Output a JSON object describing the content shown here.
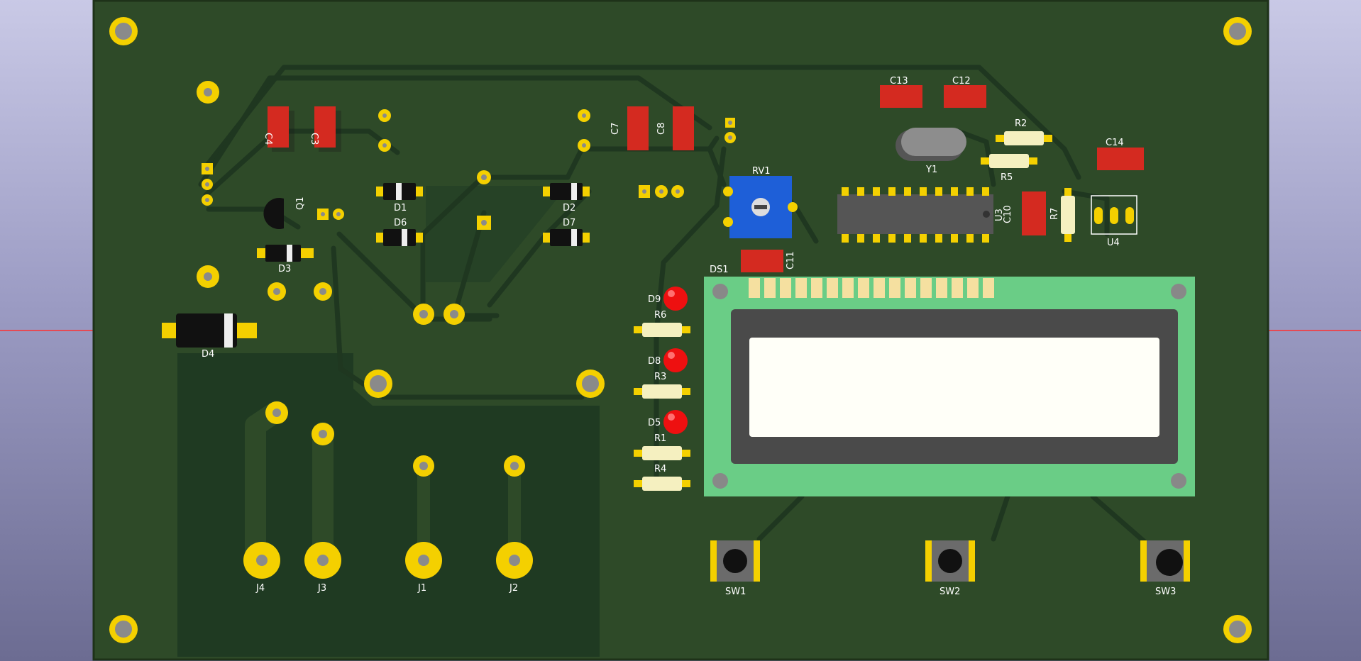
{
  "board": {
    "colors": {
      "background_top": "#c9c9e6",
      "background_bottom": "#6c6c92",
      "board": "#2e4a28",
      "board_edge": "#1e3219",
      "copper_pour": "#1f3a22",
      "trace": "#1f3720",
      "pad_gold": "#f4d000",
      "pad_hole": "#8a8a8a",
      "resistor_body": "#f5f0c0",
      "capacitor": "#d42a20",
      "led": "#ee1010",
      "trimmer": "#1e5fd8",
      "lcd_pcb": "#6acd86",
      "lcd_bezel": "#4a4a4a",
      "lcd_screen": "#fffff8",
      "ic_body": "#555555",
      "crystal": "#8d8d8d",
      "switch_body": "#6b6b6b",
      "axis_line": "#ff3030"
    }
  },
  "labels": {
    "C4": "C4",
    "C3": "C3",
    "C7": "C7",
    "C8": "C8",
    "C13": "C13",
    "C12": "C12",
    "C14": "C14",
    "C10": "C10",
    "C11": "C11",
    "R1": "R1",
    "R2": "R2",
    "R3": "R3",
    "R4": "R4",
    "R5": "R5",
    "R6": "R6",
    "R7": "R7",
    "D1": "D1",
    "D2": "D2",
    "D3": "D3",
    "D4": "D4",
    "D5": "D5",
    "D6": "D6",
    "D7": "D7",
    "D8": "D8",
    "D9": "D9",
    "Q1": "Q1",
    "Y1": "Y1",
    "RV1": "RV1",
    "U3": "U3",
    "U4": "U4",
    "DS1": "DS1",
    "J1": "J1",
    "J2": "J2",
    "J3": "J3",
    "J4": "J4",
    "SW1": "SW1",
    "SW2": "SW2",
    "SW3": "SW3"
  }
}
